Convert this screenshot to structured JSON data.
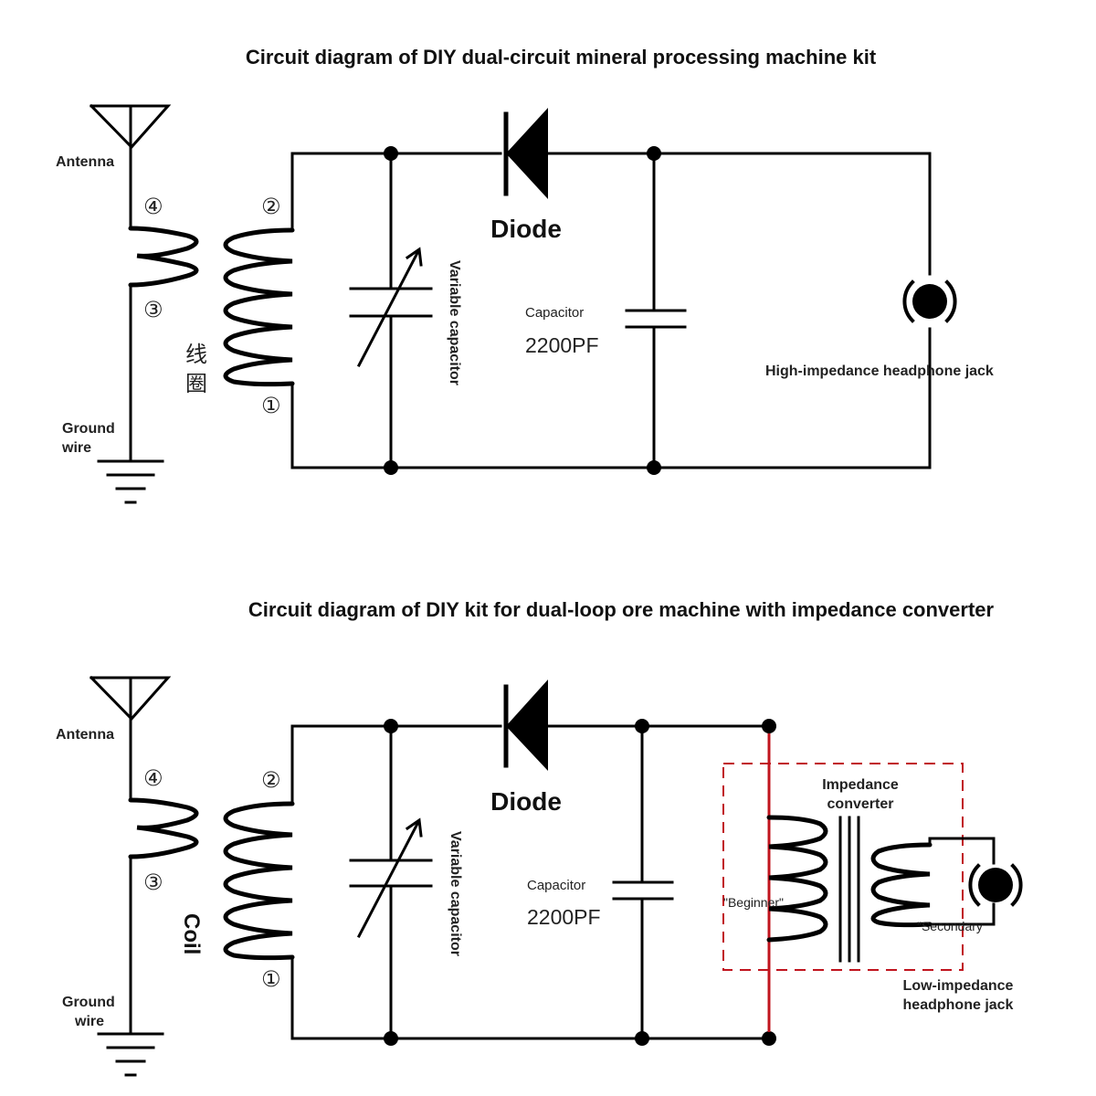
{
  "diagram1": {
    "title": "Circuit diagram of DIY dual-circuit mineral processing machine kit",
    "antenna": "Antenna",
    "ground_line1": "Ground",
    "ground_line2": "wire",
    "coil_label_line1": "线",
    "coil_label_line2": "圈",
    "terminal_4": "④",
    "terminal_3": "③",
    "terminal_2": "②",
    "terminal_1": "①",
    "variable_capacitor": "Variable capacitor",
    "diode": "Diode",
    "capacitor": "Capacitor",
    "capacitor_value": "2200PF",
    "headphone_jack": "High-impedance headphone jack"
  },
  "diagram2": {
    "title": "Circuit diagram of DIY kit for dual-loop ore machine with impedance converter",
    "antenna": "Antenna",
    "ground_line1": "Ground",
    "ground_line2": "wire",
    "coil_label": "Coil",
    "terminal_4": "④",
    "terminal_3": "③",
    "terminal_2": "②",
    "terminal_1": "①",
    "variable_capacitor": "Variable capacitor",
    "diode": "Diode",
    "capacitor": "Capacitor",
    "capacitor_value": "2200PF",
    "converter_line1": "Impedance",
    "converter_line2": "converter",
    "primary": "\"Beginner\"",
    "secondary": "\"Secondary",
    "headphone_line1": "Low-impedance",
    "headphone_line2": "headphone jack"
  },
  "colors": {
    "wire": "#000000",
    "highlight_wire": "#c0141e",
    "dashed_box": "#c0141e"
  }
}
